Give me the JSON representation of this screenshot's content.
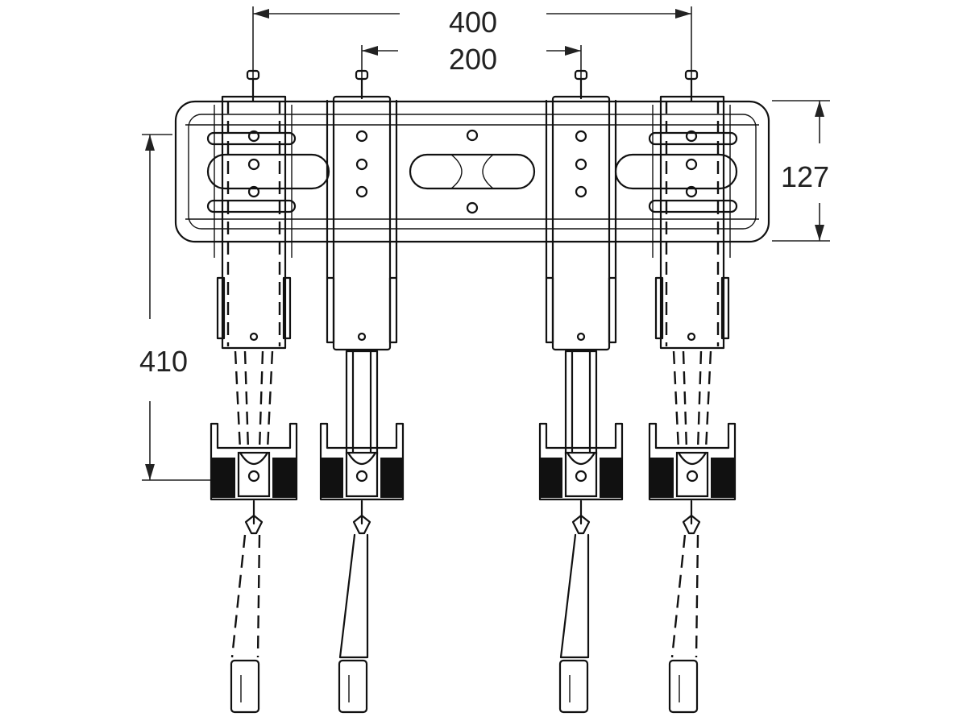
{
  "dimensions": {
    "outer_spacing": "400",
    "inner_spacing": "200",
    "plate_height": "127",
    "arm_length": "410"
  },
  "colors": {
    "line": "#111111",
    "background": "#ffffff"
  }
}
